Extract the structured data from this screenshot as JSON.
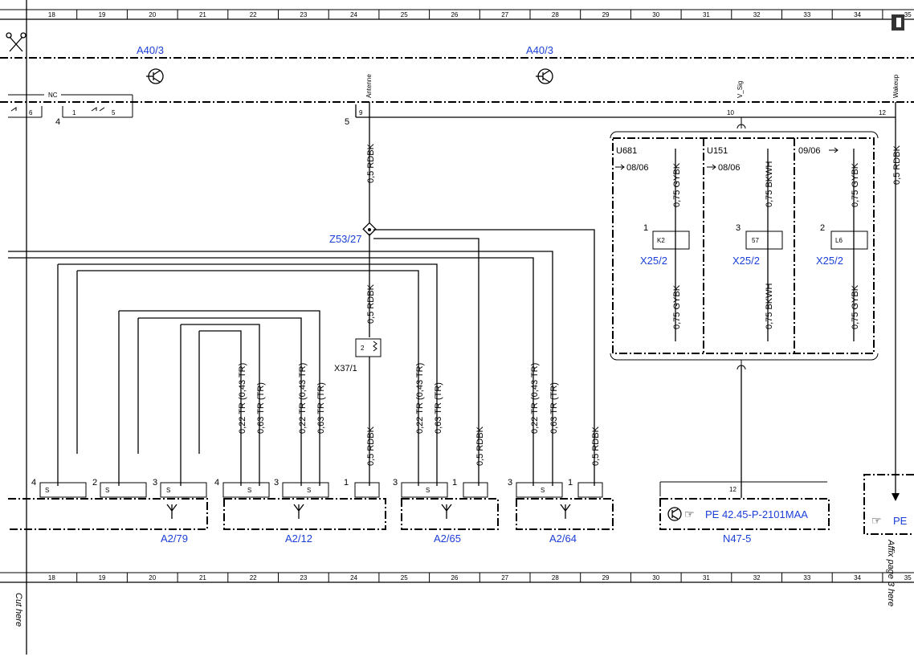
{
  "grid_numbers": [
    "18",
    "19",
    "20",
    "21",
    "22",
    "23",
    "24",
    "25",
    "26",
    "27",
    "28",
    "29",
    "30",
    "31",
    "32",
    "33",
    "34",
    "35"
  ],
  "components": {
    "a40_3_left": "A40/3",
    "a40_3_right": "A40/3",
    "z53_27": "Z53/27",
    "x37_1": "X37/1",
    "x25_2_a": "X25/2",
    "x25_2_b": "X25/2",
    "x25_2_c": "X25/2",
    "a2_79": "A2/79",
    "a2_12": "A2/12",
    "a2_65": "A2/65",
    "a2_64": "A2/64",
    "n47_5": "N47-5",
    "pe_ref": "PE 42.45-P-2101MAA",
    "pe_ref_short": "PE"
  },
  "labels": {
    "nc": "NC",
    "antenne": "Antenne",
    "v_sig": "V_Sig",
    "wakeup": "Wakeup",
    "u681": "U681",
    "u151": "U151",
    "date_0906": "09/06",
    "date_0806_a": "08/06",
    "date_0806_b": "08/06",
    "k2": "K2",
    "c57": "57",
    "l6": "L6",
    "s": "S",
    "cut_here": "Cut here",
    "affix": "Affix page 3 here"
  },
  "pins": {
    "p4a": "4",
    "p5a": "5",
    "p6": "6",
    "p1a": "1",
    "p5b": "5",
    "p9": "9",
    "p10": "10",
    "p12a": "12",
    "p12b": "12",
    "p2x": "2",
    "k_1": "1",
    "k_3": "3",
    "k_2": "2",
    "g_4a": "4",
    "g_2": "2",
    "g_3a": "3",
    "g_4b": "4",
    "g_3b": "3",
    "g_1a": "1",
    "g_3c": "3",
    "g_1b": "1",
    "g_3d": "3",
    "g_1c": "1"
  },
  "wires": {
    "w_rdbk_top": "0,5 RDBK",
    "w_rdbk_mid": "0,5 RDBK",
    "w_rdbk_low": "0,5 RDBK",
    "w_rdbk_a265": "0,5 RDBK",
    "w_rdbk_a264": "0,5 RDBK",
    "w_rdbk_right": "0,5 RDBK",
    "w_gybk_1": "0,75 GYBK",
    "w_gybk_2": "0,75 GYBK",
    "w_gybk_3": "0,75 GYBK",
    "w_gybk_4": "0,75 GYBK",
    "w_bkwh_1": "0,75 BKWH",
    "w_bkwh_2": "0,75 BKWH",
    "w_tr043_1": "0,22 TR (0,43 TR)",
    "w_tr063_1": "0,63 TR (TR)",
    "w_tr043_2": "0,22 TR (0,43 TR)",
    "w_tr063_2": "0,63 TR (TR)",
    "w_tr043_3": "0,22 TR (0,43 TR)",
    "w_tr063_3": "0,63 TR (TR)",
    "w_tr043_4": "0,22 TR (0,43 TR)",
    "w_tr063_4": "0,63 TR (TR)"
  },
  "colors": {
    "reference": "#1a3fd8",
    "line": "#000000"
  }
}
